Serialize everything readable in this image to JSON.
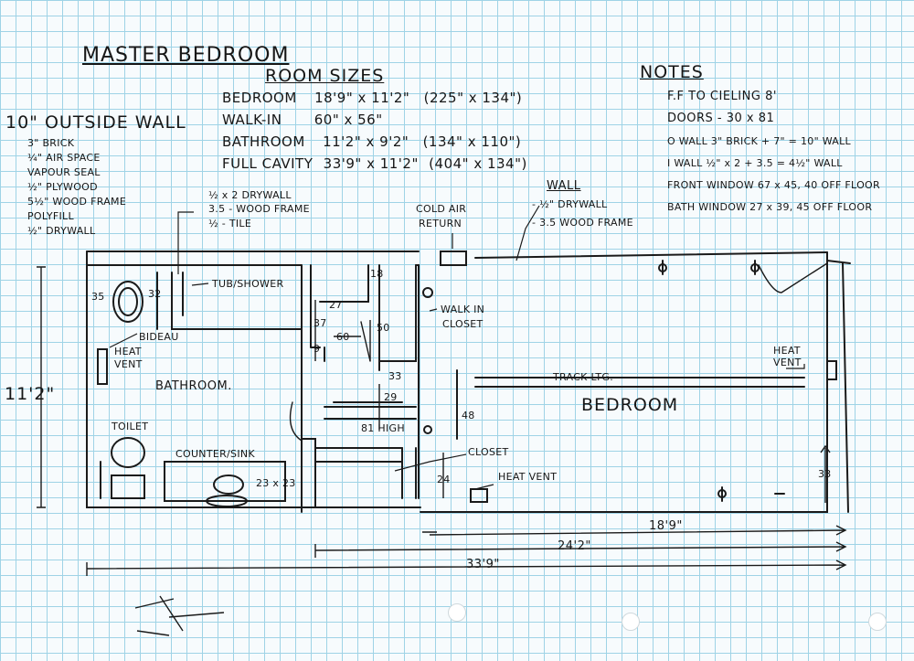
{
  "title": "MASTER BEDROOM",
  "room_sizes": {
    "heading": "ROOM SIZES",
    "rows": [
      {
        "name": "BEDROOM",
        "size": "18'9\" x 11'2\"",
        "inches": "(225\" x 134\")"
      },
      {
        "name": "WALK-IN",
        "size": "60\" x 56\"",
        "inches": ""
      },
      {
        "name": "BATHROOM",
        "size": "11'2\" x 9'2\"",
        "inches": "(134\" x 110\")"
      },
      {
        "name": "FULL CAVITY",
        "size": "33'9\" x 11'2\"",
        "inches": "(404\" x 134\")"
      }
    ]
  },
  "notes": {
    "heading": "NOTES",
    "rows": [
      "F.F TO CIELING 8'",
      "DOORS - 30 x 81",
      "O WALL 3\" BRICK + 7\" = 10\" WALL",
      "I WALL ½\" x 2 + 3.5 = 4½\" WALL",
      "FRONT WINDOW 67 x 45, 40 OFF FLOOR",
      "BATH WINDOW 27 x 39, 45 OFF FLOOR"
    ]
  },
  "outside_wall": {
    "heading": "10\" OUTSIDE WALL",
    "layers": [
      "3\" BRICK",
      "¼\" AIR SPACE",
      "VAPOUR SEAL",
      "½\" PLYWOOD",
      "5½\" WOOD FRAME",
      "POLYFILL",
      "½\" DRYWALL"
    ]
  },
  "inner_wall_callout": [
    "½ x 2 DRYWALL",
    "3.5 - WOOD FRAME",
    "½ - TILE"
  ],
  "wall_callout": {
    "heading": "WALL",
    "layers": [
      "- ½\" DRYWALL",
      "- 3.5 WOOD FRAME"
    ]
  },
  "cold_air": [
    "COLD AIR",
    "RETURN"
  ],
  "labels": {
    "tub_shower": "TUB/SHOWER",
    "bideau": "BIDEAU",
    "heat_vent_left": [
      "HEAT",
      "VENT"
    ],
    "bathroom": "BATHROOM.",
    "toilet": "TOILET",
    "counter_sink": "COUNTER/SINK",
    "sink_size": "23 x 23",
    "walk_in_closet": [
      "WALK IN",
      "CLOSET"
    ],
    "track_ltg": "TRACK LTG.",
    "bedroom": "BEDROOM",
    "heat_vent_right": [
      "HEAT",
      "VENT"
    ],
    "closet": "CLOSET",
    "heat_vent_bottom": "HEAT VENT",
    "high": "81 HIGH"
  },
  "dimensions": {
    "d35": "35",
    "d32": "32",
    "d18": "18",
    "d27": "27",
    "d37": "37",
    "d60": "60",
    "d50": "50",
    "d9": "9",
    "d33a": "33",
    "d29": "29",
    "d48": "48",
    "d24": "24",
    "d33b": "33",
    "height": "11'2\"",
    "bed": "18'9\"",
    "mid": "24'2\"",
    "full": "33'9\""
  }
}
